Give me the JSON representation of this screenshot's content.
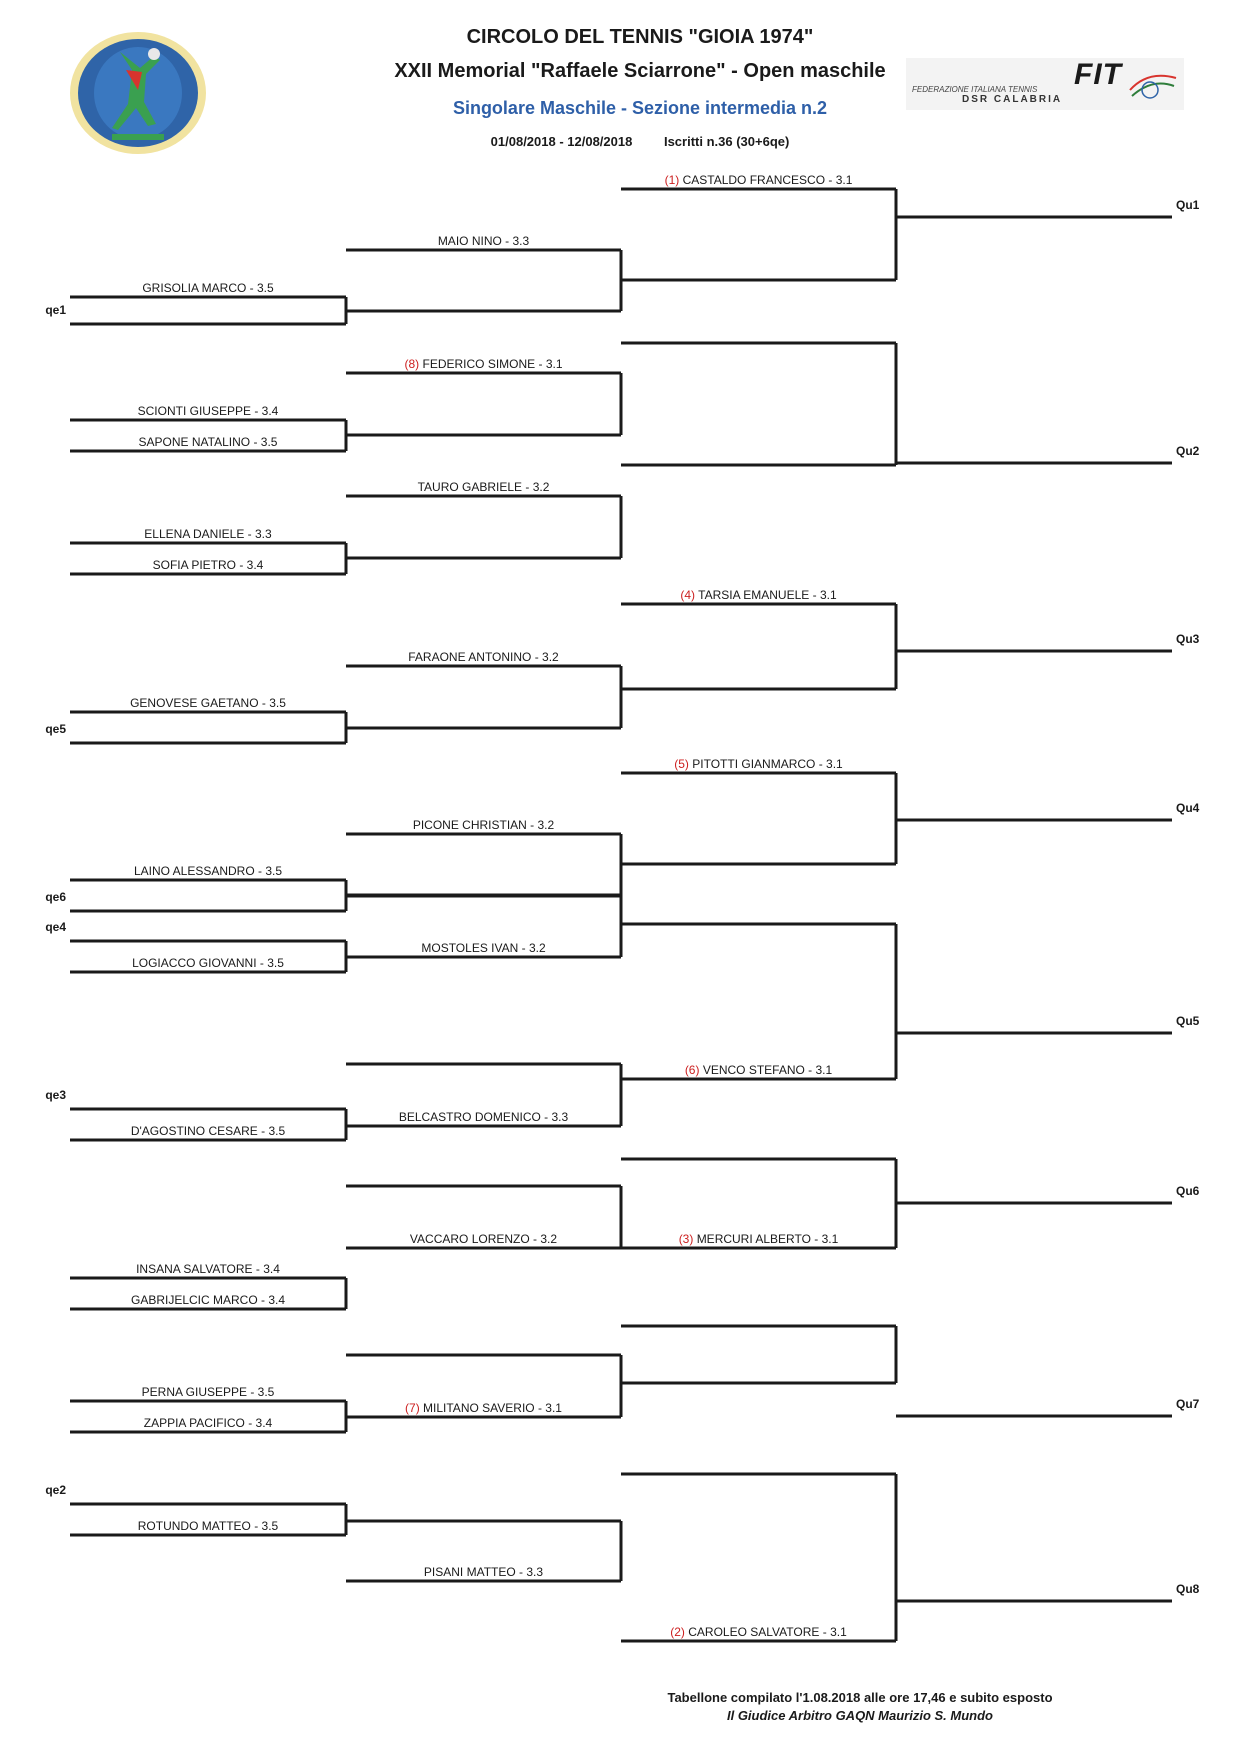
{
  "header": {
    "club_title": "CIRCOLO DEL TENNIS \"GIOIA 1974\"",
    "tournament_title": "XXII Memorial \"Raffaele Sciarrone\" - Open maschile",
    "section_title": "Singolare Maschile - Sezione intermedia n.2",
    "dates": "01/08/2018 - 12/08/2018",
    "entries": "Iscritti n.36 (30+6qe)"
  },
  "logos": {
    "fit_text": "FIT",
    "fit_line": "FEDERAZIONE ITALIANA TENNIS",
    "fit_dsr": "DSR CALABRIA"
  },
  "colors": {
    "seed": "#cc1f1f",
    "section_title": "#2e5fa8",
    "line": "#1a1a1a"
  },
  "bracket": {
    "round1": [
      {
        "name": "GRISOLIA MARCO - 3.5",
        "tag": ""
      },
      {
        "name": "",
        "tag": "qe1"
      },
      {
        "name": "SCIONTI GIUSEPPE - 3.4",
        "tag": ""
      },
      {
        "name": "SAPONE NATALINO - 3.5",
        "tag": ""
      },
      {
        "name": "ELLENA DANIELE - 3.3",
        "tag": ""
      },
      {
        "name": "SOFIA PIETRO - 3.4",
        "tag": ""
      },
      {
        "name": "GENOVESE GAETANO - 3.5",
        "tag": ""
      },
      {
        "name": "",
        "tag": "qe5"
      },
      {
        "name": "LAINO ALESSANDRO - 3.5",
        "tag": ""
      },
      {
        "name": "",
        "tag": "qe6"
      },
      {
        "name": "",
        "tag": "qe4"
      },
      {
        "name": "LOGIACCO GIOVANNI - 3.5",
        "tag": ""
      },
      {
        "name": "",
        "tag": "qe3"
      },
      {
        "name": "D'AGOSTINO CESARE - 3.5",
        "tag": ""
      },
      {
        "name": "INSANA SALVATORE - 3.4",
        "tag": ""
      },
      {
        "name": "GABRIJELCIC MARCO - 3.4",
        "tag": ""
      },
      {
        "name": "PERNA GIUSEPPE - 3.5",
        "tag": ""
      },
      {
        "name": "ZAPPIA PACIFICO - 3.4",
        "tag": ""
      },
      {
        "name": "",
        "tag": "qe2"
      },
      {
        "name": "ROTUNDO MATTEO - 3.5",
        "tag": ""
      }
    ],
    "round2": [
      {
        "seed": "",
        "name": "MAIO NINO - 3.3"
      },
      {
        "seed": "",
        "name": ""
      },
      {
        "seed": "(8)",
        "name": "FEDERICO SIMONE - 3.1"
      },
      {
        "seed": "",
        "name": ""
      },
      {
        "seed": "",
        "name": "TAURO GABRIELE - 3.2"
      },
      {
        "seed": "",
        "name": ""
      },
      {
        "seed": "",
        "name": "FARAONE ANTONINO - 3.2"
      },
      {
        "seed": "",
        "name": ""
      },
      {
        "seed": "",
        "name": "PICONE CHRISTIAN - 3.2"
      },
      {
        "seed": "",
        "name": ""
      },
      {
        "seed": "",
        "name": ""
      },
      {
        "seed": "",
        "name": "MOSTOLES IVAN - 3.2"
      },
      {
        "seed": "",
        "name": ""
      },
      {
        "seed": "",
        "name": "BELCASTRO DOMENICO - 3.3"
      },
      {
        "seed": "",
        "name": ""
      },
      {
        "seed": "",
        "name": "VACCARO LORENZO - 3.2"
      },
      {
        "seed": "",
        "name": ""
      },
      {
        "seed": "(7)",
        "name": "MILITANO SAVERIO - 3.1"
      },
      {
        "seed": "",
        "name": ""
      },
      {
        "seed": "",
        "name": "PISANI MATTEO - 3.3"
      }
    ],
    "round3": [
      {
        "seed": "(1)",
        "name": "CASTALDO FRANCESCO - 3.1"
      },
      {
        "seed": "",
        "name": ""
      },
      {
        "seed": "",
        "name": ""
      },
      {
        "seed": "",
        "name": ""
      },
      {
        "seed": "(4)",
        "name": "TARSIA EMANUELE - 3.1"
      },
      {
        "seed": "",
        "name": ""
      },
      {
        "seed": "(5)",
        "name": "PITOTTI GIANMARCO - 3.1"
      },
      {
        "seed": "",
        "name": ""
      },
      {
        "seed": "",
        "name": ""
      },
      {
        "seed": "(6)",
        "name": "VENCO STEFANO - 3.1"
      },
      {
        "seed": "",
        "name": ""
      },
      {
        "seed": "(3)",
        "name": "MERCURI ALBERTO - 3.1"
      },
      {
        "seed": "",
        "name": ""
      },
      {
        "seed": "",
        "name": ""
      },
      {
        "seed": "",
        "name": ""
      },
      {
        "seed": "(2)",
        "name": "CAROLEO SALVATORE - 3.1"
      }
    ],
    "qualifiers": [
      "Qu1",
      "Qu2",
      "Qu3",
      "Qu4",
      "Qu5",
      "Qu6",
      "Qu7",
      "Qu8"
    ]
  },
  "footer": {
    "line1": "Tabellone compilato l'1.08.2018 alle ore 17,46 e subito esposto",
    "line2": "Il Giudice Arbitro GAQN Maurizio S. Mundo"
  }
}
